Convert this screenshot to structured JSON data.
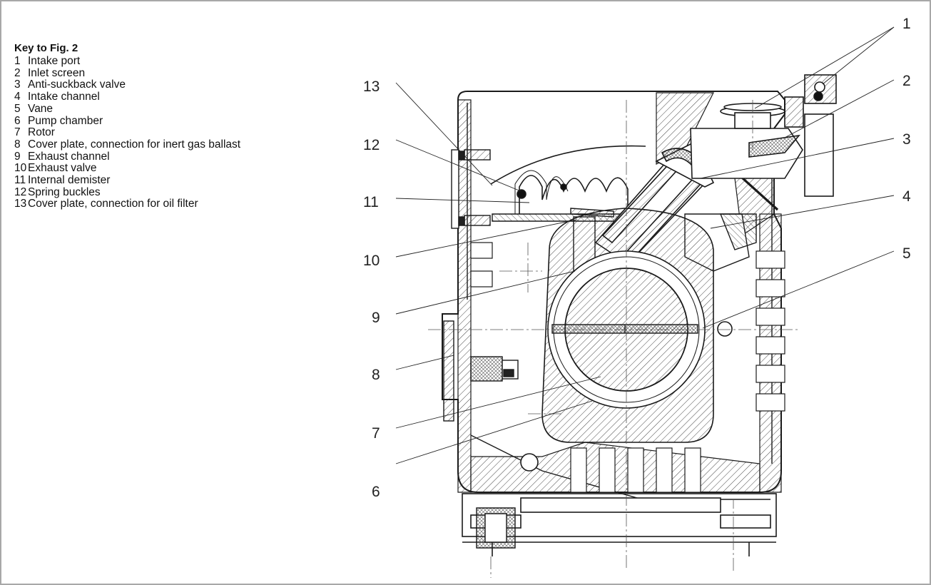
{
  "key": {
    "title": "Key to Fig. 2",
    "items": [
      {
        "num": "1",
        "label": "Intake port"
      },
      {
        "num": "2",
        "label": "Inlet screen"
      },
      {
        "num": "3",
        "label": "Anti-suckback valve"
      },
      {
        "num": "4",
        "label": "Intake channel"
      },
      {
        "num": "5",
        "label": "Vane"
      },
      {
        "num": "6",
        "label": "Pump chamber"
      },
      {
        "num": "7",
        "label": "Rotor"
      },
      {
        "num": "8",
        "label": "Cover plate, connection for inert gas ballast"
      },
      {
        "num": "9",
        "label": "Exhaust channel"
      },
      {
        "num": "10",
        "label": "Exhaust valve"
      },
      {
        "num": "11",
        "label": "Internal demister"
      },
      {
        "num": "12",
        "label": "Spring buckles"
      },
      {
        "num": "13",
        "label": "Cover plate, connection for oil filter"
      }
    ]
  },
  "callouts": {
    "c1": "1",
    "c2": "2",
    "c3": "3",
    "c4": "4",
    "c5": "5",
    "c6": "6",
    "c7": "7",
    "c8": "8",
    "c9": "9",
    "c10": "10",
    "c11": "11",
    "c12": "12",
    "c13": "13"
  },
  "colors": {
    "line": "#1a1a1a",
    "frame": "#a8a8a8",
    "background": "#ffffff"
  }
}
